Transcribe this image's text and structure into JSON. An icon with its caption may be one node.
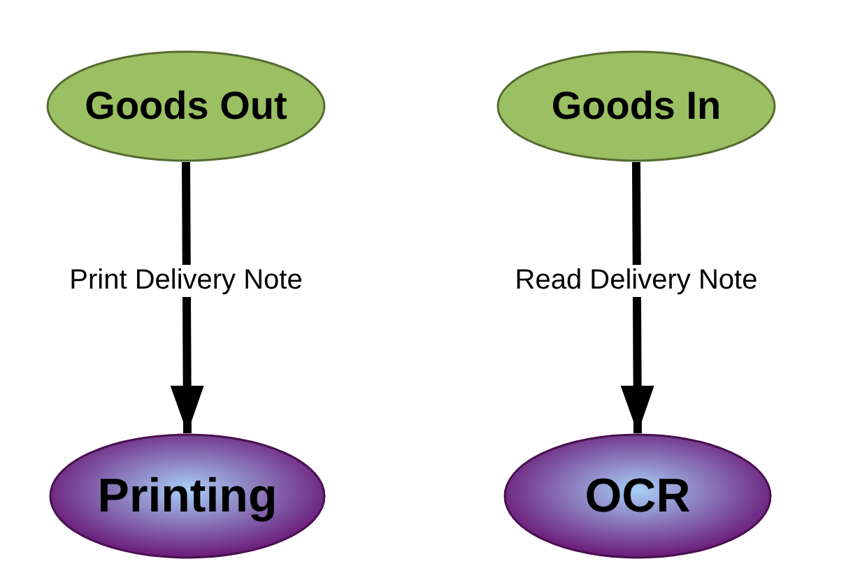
{
  "diagram": {
    "nodes": [
      {
        "text": [
          "Goods Out"
        ]
      },
      {
        "text": [
          "Goods In"
        ]
      },
      {
        "text": [
          "Printing"
        ]
      },
      {
        "text": [
          "OCR"
        ]
      }
    ],
    "edges": [
      {
        "from": 0,
        "to": 2,
        "arrow": "to",
        "label": "Print Delivery Note"
      },
      {
        "from": 1,
        "to": 3,
        "arrow": "to",
        "label": "Read Delivery Note"
      }
    ]
  }
}
